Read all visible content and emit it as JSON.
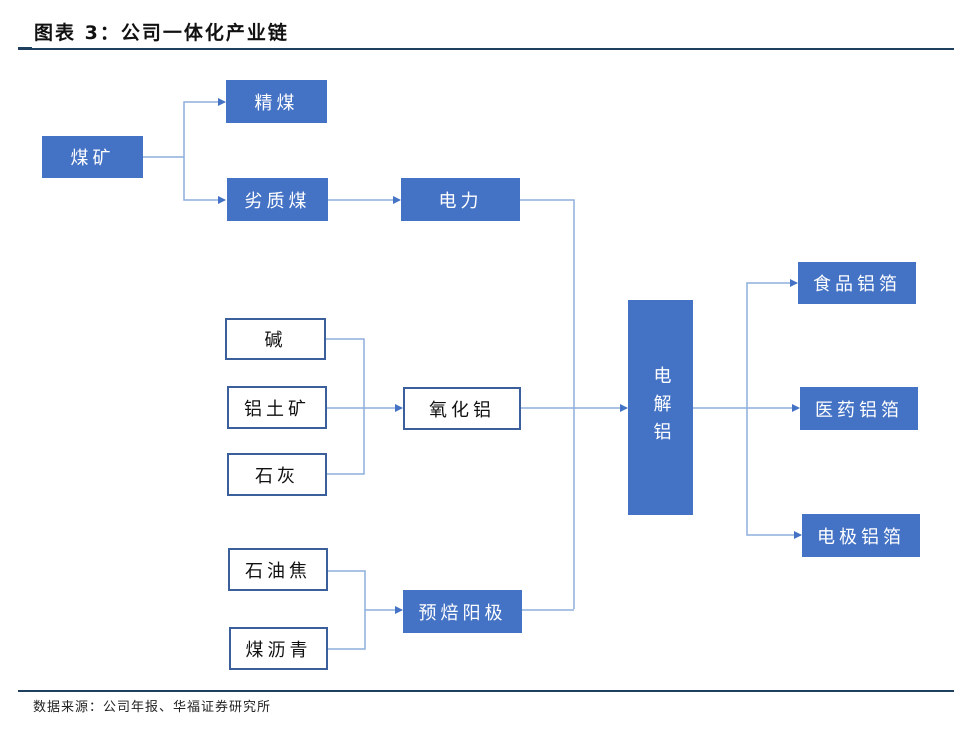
{
  "header": {
    "title": "图表 3：公司一体化产业链"
  },
  "footer": {
    "source": "数据来源：公司年报、华福证券研究所"
  },
  "colors": {
    "filled_box": "#4472c4",
    "outline_border": "#3a5f9a",
    "connector": "#8eaedb",
    "rule": "#1f3f5f"
  },
  "nodes": {
    "coal_mine": "煤矿",
    "clean_coal": "精煤",
    "inferior_coal": "劣质煤",
    "electricity": "电力",
    "alkali": "碱",
    "bauxite": "铝土矿",
    "lime": "石灰",
    "alumina": "氧化铝",
    "petroleum_coke": "石油焦",
    "coal_pitch": "煤沥青",
    "prebaked_anode": "预焙阳极",
    "electrolytic_aluminum": "电解铝",
    "food_foil": "食品铝箔",
    "pharma_foil": "医药铝箔",
    "electrode_foil": "电极铝箔"
  },
  "edges": [
    [
      "coal_mine",
      "clean_coal"
    ],
    [
      "coal_mine",
      "inferior_coal"
    ],
    [
      "inferior_coal",
      "electricity"
    ],
    [
      "alkali",
      "alumina"
    ],
    [
      "bauxite",
      "alumina"
    ],
    [
      "lime",
      "alumina"
    ],
    [
      "petroleum_coke",
      "prebaked_anode"
    ],
    [
      "coal_pitch",
      "prebaked_anode"
    ],
    [
      "electricity",
      "electrolytic_aluminum"
    ],
    [
      "alumina",
      "electrolytic_aluminum"
    ],
    [
      "prebaked_anode",
      "electrolytic_aluminum"
    ],
    [
      "electrolytic_aluminum",
      "food_foil"
    ],
    [
      "electrolytic_aluminum",
      "pharma_foil"
    ],
    [
      "electrolytic_aluminum",
      "electrode_foil"
    ]
  ]
}
